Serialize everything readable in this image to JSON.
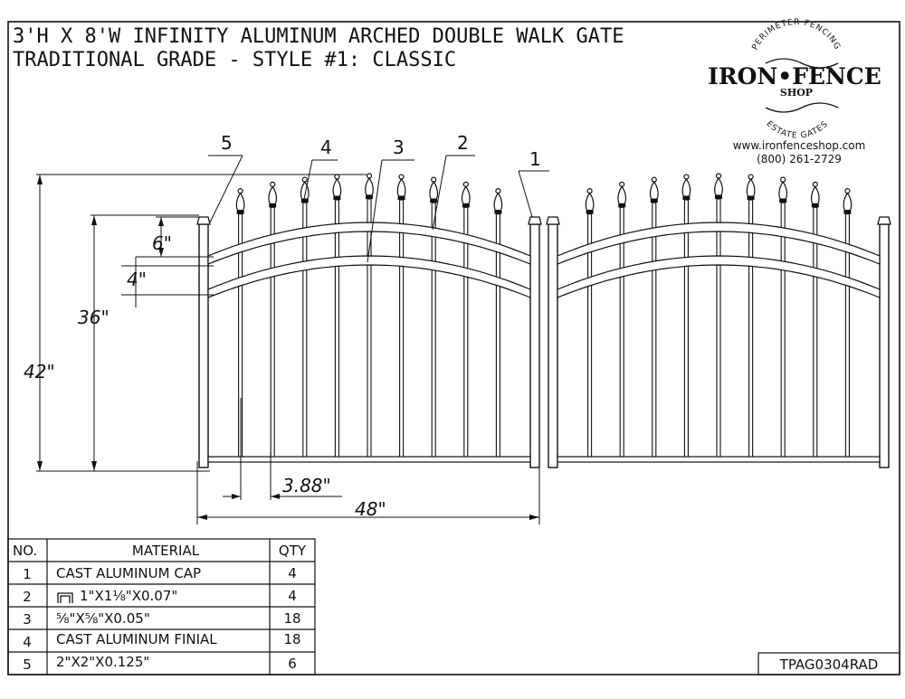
{
  "title": {
    "line1": "3'H X 8'W INFINITY ALUMINUM ARCHED DOUBLE WALK GATE",
    "line2": "TRADITIONAL GRADE - STYLE #1: CLASSIC"
  },
  "logo": {
    "top_arc": "PERIMETER FENCING",
    "name": "IRON•FENCE",
    "sub": "SHOP",
    "bottom_arc": "ESTATE GATES",
    "website": "www.ironfenceshop.com",
    "phone": "(800) 261-2729"
  },
  "callouts": [
    "5",
    "4",
    "3",
    "2",
    "1"
  ],
  "dimensions": {
    "h42": "42\"",
    "h36": "36\"",
    "h6": "6\"",
    "h4": "4\"",
    "spacing": "3.88\"",
    "width": "48\""
  },
  "table": {
    "headers": {
      "no": "NO.",
      "material": "MATERIAL",
      "qty": "QTY"
    },
    "rows": [
      {
        "no": "1",
        "material": "CAST ALUMINUM CAP",
        "qty": "4"
      },
      {
        "no": "2",
        "material": "1\"X1⅛\"X0.07\"",
        "qty": "4"
      },
      {
        "no": "3",
        "material": "⅝\"X⅝\"X0.05\"",
        "qty": "18"
      },
      {
        "no": "4",
        "material": "CAST ALUMINUM FINIAL",
        "qty": "18"
      },
      {
        "no": "5",
        "material": "2\"X2\"X0.125\"",
        "qty": "6"
      }
    ]
  },
  "drawing_number": "TPAG0304RAD"
}
